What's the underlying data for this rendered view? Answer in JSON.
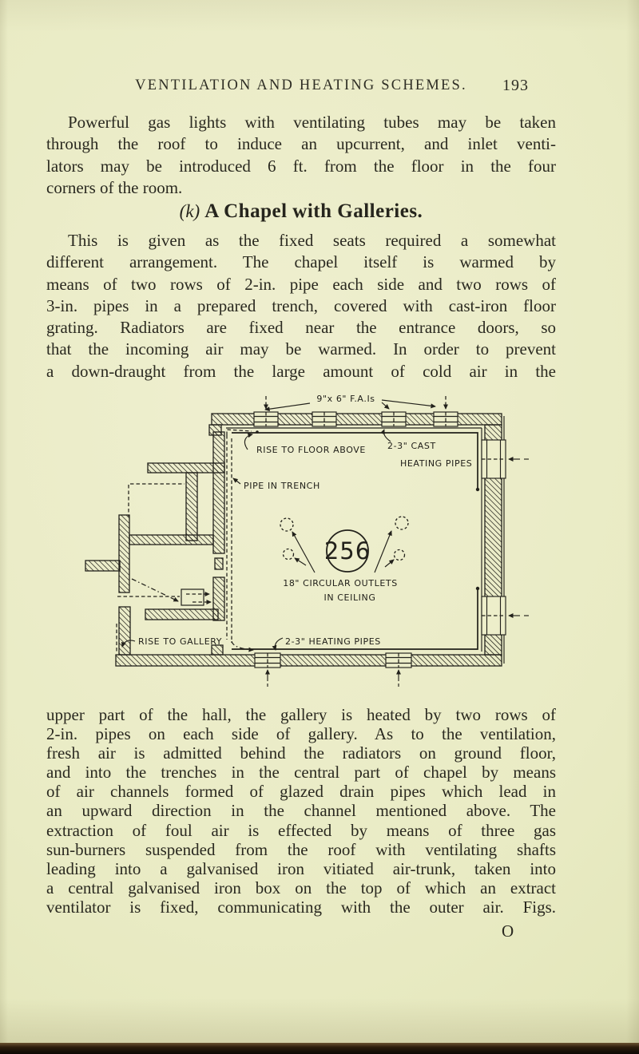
{
  "page": {
    "header": {
      "title": "VENTILATION AND HEATING SCHEMES.",
      "page_number": "193"
    },
    "heading": {
      "prefix": "(k)",
      "title": "A Chapel with Galleries."
    },
    "paragraphs": {
      "p1": {
        "indent": true,
        "justify_last": false,
        "lines": [
          "Powerful gas lights with ventilating tubes may be taken",
          "through the roof to induce an upcurrent, and inlet venti-",
          "lators may be introduced 6 ft. from the floor in the four",
          "corners of the room."
        ]
      },
      "p2": {
        "indent": true,
        "justify_last": true,
        "lines": [
          "This is given as the fixed seats required a somewhat",
          "different arrangement.  The chapel itself is warmed by",
          "means of two rows of 2-in. pipe each side and two rows of",
          "3-in. pipes in a prepared trench, covered with cast-iron floor",
          "grating.  Radiators are fixed near the entrance doors, so",
          "that the incoming air may be warmed.  In order to prevent",
          "a down-draught from the large amount of cold air in the"
        ]
      },
      "p3": {
        "indent": false,
        "justify_last": true,
        "lines": [
          "upper part of the hall, the gallery is heated by two rows of",
          "2-in. pipes on each side of gallery.  As to the ventilation,",
          "fresh air is admitted behind the radiators on ground floor,",
          "and into the trenches in the central part of chapel by means",
          "of air channels formed of glazed drain pipes which lead in",
          "an upward direction in the channel mentioned above.  The",
          "extraction of foul air is effected by means of three gas",
          "sun-burners suspended from the roof with ventilating shafts",
          "leading into a galvanised iron vitiated air-trunk, taken into",
          "a central galvanised iron box on the top of which an extract",
          "ventilator is fixed, communicating with the outer air.   Figs."
        ]
      }
    },
    "signature_mark": "O"
  },
  "diagram": {
    "labels": {
      "fai": "9\"x 6\" F.A.Is",
      "rise_floor": "RISE TO FLOOR ABOVE",
      "cast_line1": "2-3\" CAST",
      "cast_line2": "HEATING PIPES",
      "pipe_trench": "PIPE IN TRENCH",
      "outlet_count": "256",
      "outlets_line1": "18\" CIRCULAR OUTLETS",
      "outlets_line2": "IN CEILING",
      "heating_pipes": "2-3\" HEATING PIPES",
      "rise_gallery": "RISE TO GALLERY"
    }
  },
  "colors": {
    "paper": "#e9ebc4",
    "ink": "#2a2920",
    "diagram_line": "#22211b",
    "bottom_edge": "#140d06"
  }
}
